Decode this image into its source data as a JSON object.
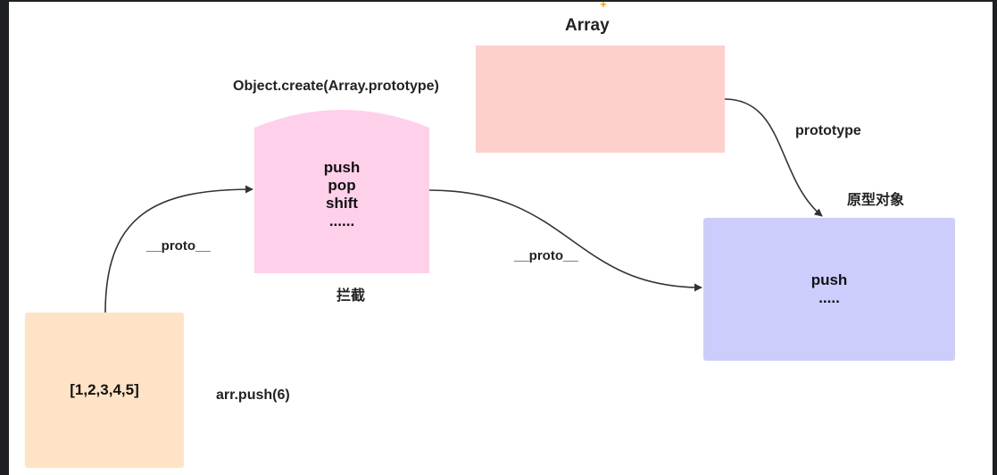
{
  "nodes": {
    "array_title": "Array",
    "object_create": "Object.create(Array.prototype)",
    "intercept_lines": [
      "push",
      "pop",
      "shift",
      "......"
    ],
    "intercept_label": "拦截",
    "arr_box": "[1,2,3,4,5]",
    "arr_push": "arr.push(6)",
    "prototype_title": "原型对象",
    "prototype_lines": [
      "push",
      "....."
    ]
  },
  "edges": {
    "proto_left": "__proto__",
    "proto_right": "__proto__",
    "prototype": "prototype"
  },
  "colors": {
    "array_fill": "#ffd0cb",
    "intercept_fill": "#ffd0ea",
    "arr_fill": "#ffe3c6",
    "prototype_fill": "#cccdfd",
    "edge": "#333333",
    "accent": "#f59a00"
  }
}
